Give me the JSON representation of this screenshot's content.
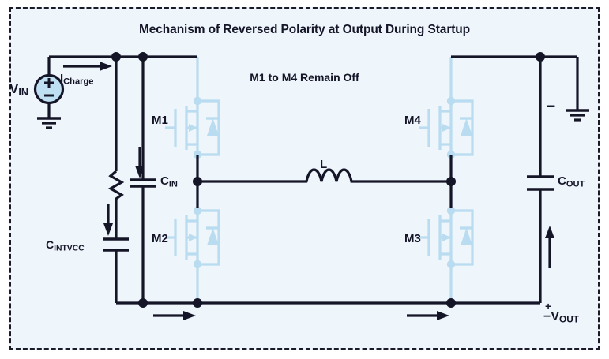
{
  "figure": {
    "title": "Mechanism of Reversed Polarity at Output During Startup",
    "subtitle": "M1 to M4 Remain Off",
    "background_color": "#eef5fb",
    "border_color": "#1a1a28",
    "wire_color": "#151528",
    "mosfet_color": "#b9dcf0",
    "source_fill_color": "#bfe0f2"
  },
  "labels": {
    "vin": "V",
    "vin_sub": "IN",
    "icharge": "I",
    "icharge_sub": "Charge",
    "m1": "M1",
    "m2": "M2",
    "m3": "M3",
    "m4": "M4",
    "cin": "C",
    "cin_sub": "IN",
    "cintvcc": "C",
    "cintvcc_sub": "INTV",
    "cintvcc_sub2": "CC",
    "cout": "C",
    "cout_sub": "OUT",
    "inductor": "L",
    "vout": "−V",
    "vout_sub": "OUT",
    "plus_sign": "+",
    "minus_sign": "−"
  },
  "components": [
    {
      "name": "voltage-source-vin",
      "type": "dc-source",
      "label": "V_IN"
    },
    {
      "name": "ground-input",
      "type": "ground"
    },
    {
      "name": "resistor-intvcc",
      "type": "resistor"
    },
    {
      "name": "capacitor-cintvcc",
      "type": "capacitor",
      "label": "C_INTVCC"
    },
    {
      "name": "capacitor-cin",
      "type": "capacitor",
      "label": "C_IN"
    },
    {
      "name": "mosfet-m1",
      "type": "nmos-with-body-diode",
      "label": "M1",
      "state": "off"
    },
    {
      "name": "mosfet-m2",
      "type": "nmos-with-body-diode",
      "label": "M2",
      "state": "off"
    },
    {
      "name": "mosfet-m3",
      "type": "nmos-with-body-diode",
      "label": "M3",
      "state": "off"
    },
    {
      "name": "mosfet-m4",
      "type": "nmos-with-body-diode",
      "label": "M4",
      "state": "off"
    },
    {
      "name": "inductor-l",
      "type": "inductor",
      "label": "L"
    },
    {
      "name": "capacitor-cout",
      "type": "capacitor",
      "label": "C_OUT"
    },
    {
      "name": "ground-output",
      "type": "ground"
    }
  ],
  "current_arrows": [
    {
      "name": "arrow-icharge",
      "direction": "right",
      "label": "I_Charge"
    },
    {
      "name": "arrow-cin-charge",
      "direction": "down"
    },
    {
      "name": "arrow-cintvcc-charge",
      "direction": "down"
    },
    {
      "name": "arrow-bottom-left",
      "direction": "right"
    },
    {
      "name": "arrow-bottom-right",
      "direction": "right"
    },
    {
      "name": "arrow-cout-right",
      "direction": "up"
    }
  ]
}
